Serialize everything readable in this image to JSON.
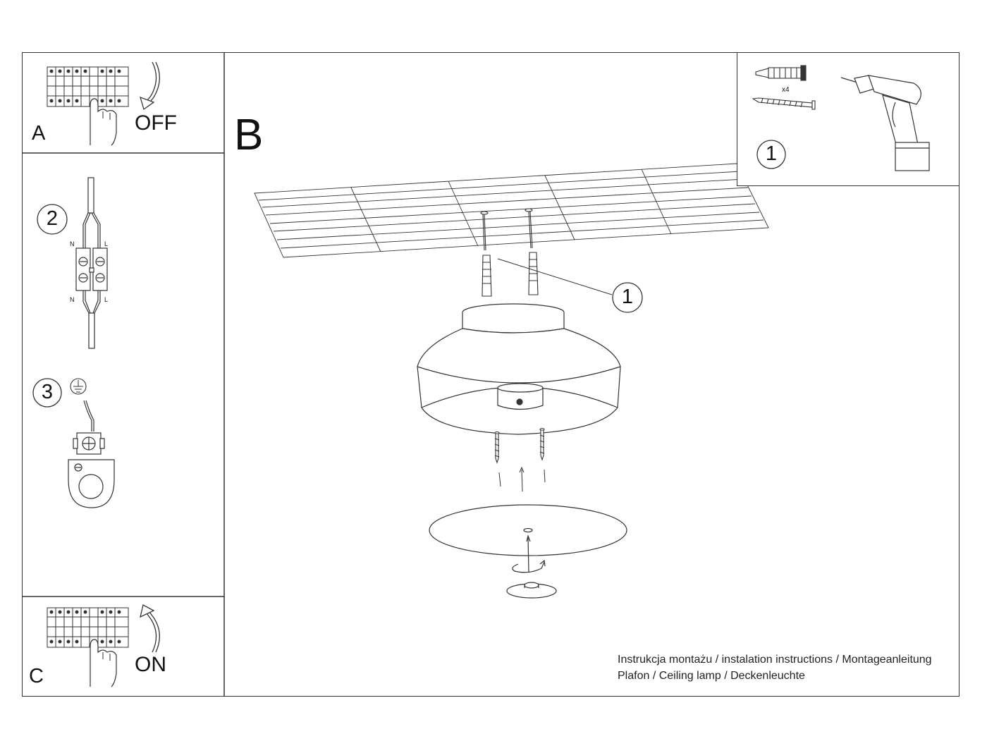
{
  "panels": {
    "a": {
      "letter": "A",
      "state": "OFF",
      "arrow": "down-arrow"
    },
    "c": {
      "letter": "C",
      "state": "ON",
      "arrow": "up-arrow"
    },
    "b": {
      "letter": "B"
    }
  },
  "steps": {
    "wiring": {
      "number": "2",
      "terminal_top_n": "N",
      "terminal_top_l": "L",
      "terminal_bottom_n": "N",
      "terminal_bottom_l": "L"
    },
    "ground": {
      "number": "3",
      "symbol": "ground-icon"
    },
    "tools": {
      "number": "1",
      "quantity": "x4",
      "items": [
        "wall-plug-icon",
        "screw-icon",
        "drill-icon"
      ]
    }
  },
  "callout": {
    "number": "1"
  },
  "caption": {
    "line1": "Instrukcja montażu / instalation instructions / Montageanleitung",
    "line2": "Plafon / Ceiling lamp / Deckenleuchte"
  },
  "colors": {
    "line": "#333333",
    "background": "#ffffff"
  }
}
